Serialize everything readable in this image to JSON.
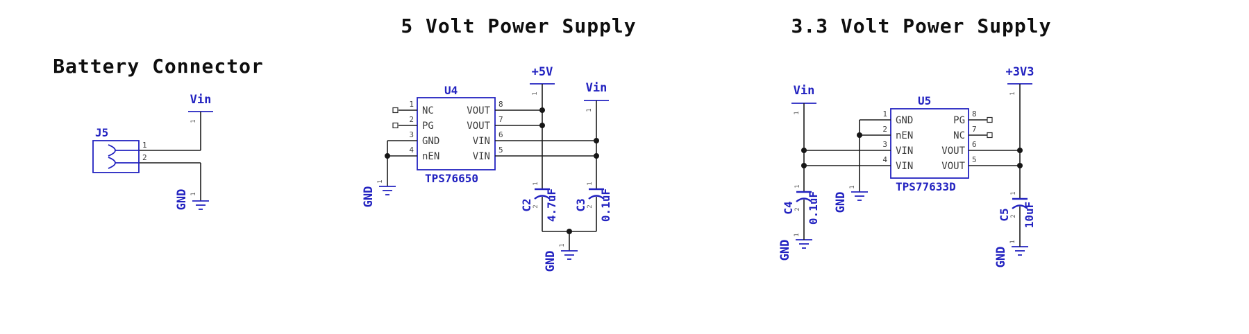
{
  "colors": {
    "schematic_blue": "#2222c0",
    "wire": "#1b1b1b",
    "title_black": "#0e0e0e"
  },
  "battery": {
    "title": "Battery Connector",
    "ref": "J5",
    "pins": [
      "1",
      "2"
    ],
    "vin": "Vin",
    "gnd": "GND",
    "pwr_pin": "1"
  },
  "supply5": {
    "title": "5 Volt Power Supply",
    "ref": "U4",
    "part": "TPS76650",
    "rail": "+5V",
    "vin": "Vin",
    "gnd": "GND",
    "pwr_pin": "1",
    "left_pins": [
      {
        "num": "1",
        "name": "NC"
      },
      {
        "num": "2",
        "name": "PG"
      },
      {
        "num": "3",
        "name": "GND"
      },
      {
        "num": "4",
        "name": "nEN"
      }
    ],
    "right_pins": [
      {
        "num": "8",
        "name": "VOUT"
      },
      {
        "num": "7",
        "name": "VOUT"
      },
      {
        "num": "6",
        "name": "VIN"
      },
      {
        "num": "5",
        "name": "VIN"
      }
    ],
    "caps": [
      {
        "ref": "C2",
        "value": "4.7uF",
        "pin1": "1",
        "pin2": "2"
      },
      {
        "ref": "C3",
        "value": "0.1uF",
        "pin1": "1",
        "pin2": "2"
      }
    ]
  },
  "supply33": {
    "title": "3.3 Volt Power Supply",
    "ref": "U5",
    "part": "TPS77633D",
    "rail": "+3V3",
    "vin": "Vin",
    "gnd": "GND",
    "pwr_pin": "1",
    "left_pins": [
      {
        "num": "1",
        "name": "GND"
      },
      {
        "num": "2",
        "name": "nEN"
      },
      {
        "num": "3",
        "name": "VIN"
      },
      {
        "num": "4",
        "name": "VIN"
      }
    ],
    "right_pins": [
      {
        "num": "8",
        "name": "PG"
      },
      {
        "num": "7",
        "name": "NC"
      },
      {
        "num": "6",
        "name": "VOUT"
      },
      {
        "num": "5",
        "name": "VOUT"
      }
    ],
    "caps": [
      {
        "ref": "C4",
        "value": "0.1uF",
        "pin1": "1",
        "pin2": "2"
      },
      {
        "ref": "C5",
        "value": "10uF",
        "pin1": "1",
        "pin2": "2"
      }
    ]
  }
}
